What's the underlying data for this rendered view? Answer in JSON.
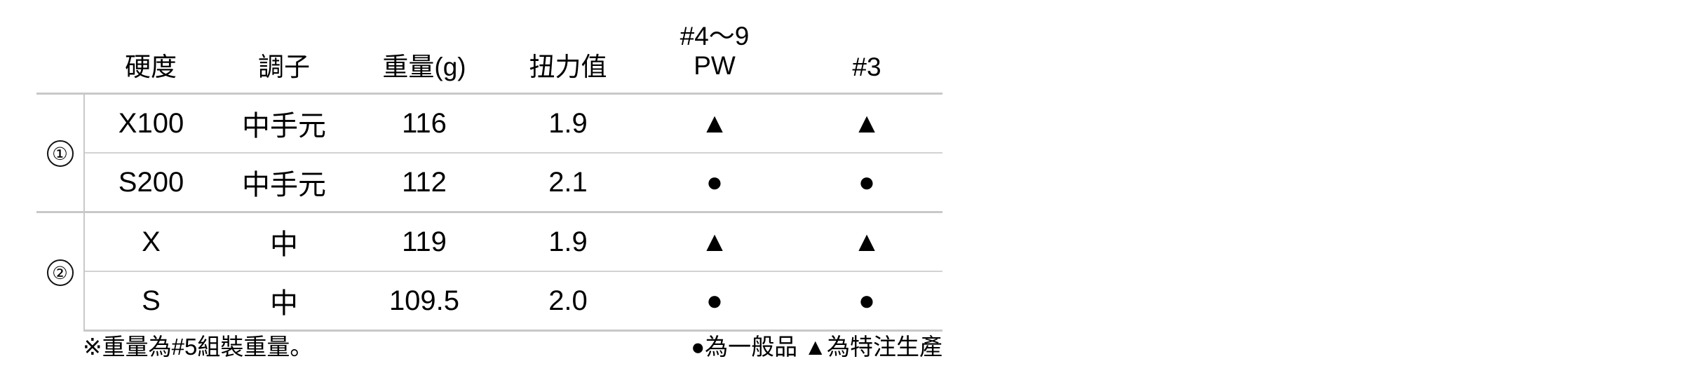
{
  "table": {
    "columns": [
      {
        "key": "group",
        "label": ""
      },
      {
        "key": "hard",
        "label": "硬度"
      },
      {
        "key": "taper",
        "label": "調子"
      },
      {
        "key": "weight",
        "label": "重量(g)"
      },
      {
        "key": "torque",
        "label": "扭力值"
      },
      {
        "key": "pw",
        "label_top": "#4～9",
        "label_bottom": "PW"
      },
      {
        "key": "n3",
        "label": "#3"
      }
    ],
    "groups": [
      {
        "marker": "①",
        "rows": [
          {
            "hard": "X100",
            "taper": "中手元",
            "weight": "116",
            "torque": "1.9",
            "pw": "▲",
            "n3": "▲"
          },
          {
            "hard": "S200",
            "taper": "中手元",
            "weight": "112",
            "torque": "2.1",
            "pw": "●",
            "n3": "●"
          }
        ]
      },
      {
        "marker": "②",
        "rows": [
          {
            "hard": "X",
            "taper": "中",
            "weight": "119",
            "torque": "1.9",
            "pw": "▲",
            "n3": "▲"
          },
          {
            "hard": "S",
            "taper": "中",
            "weight": "109.5",
            "torque": "2.0",
            "pw": "●",
            "n3": "●"
          }
        ]
      }
    ]
  },
  "footnotes": {
    "left": "※重量為#5組裝重量。",
    "right": "●為一般品 ▲為特注生產"
  },
  "colors": {
    "text": "#000000",
    "rule": "#c8c8c8",
    "rule_inner": "#d2d2d2",
    "background": "#ffffff"
  }
}
